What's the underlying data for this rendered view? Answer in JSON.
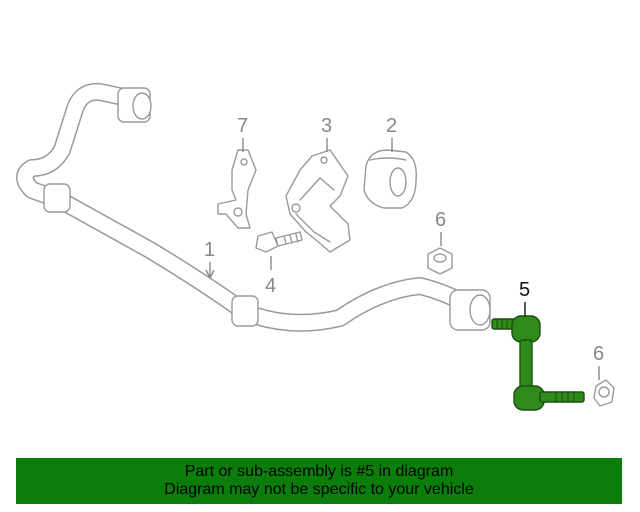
{
  "callouts": {
    "c1": "1",
    "c2": "2",
    "c3": "3",
    "c4": "4",
    "c5": "5",
    "c6a": "6",
    "c6b": "6",
    "c7": "7"
  },
  "caption": {
    "line1": "Part or sub-assembly is #5 in diagram",
    "line2": "Diagram may not be specific to your vehicle"
  },
  "colors": {
    "highlight_part": "#2f8a1a",
    "caption_background": "#0b7d0b",
    "outline": "#9a9a9a"
  }
}
